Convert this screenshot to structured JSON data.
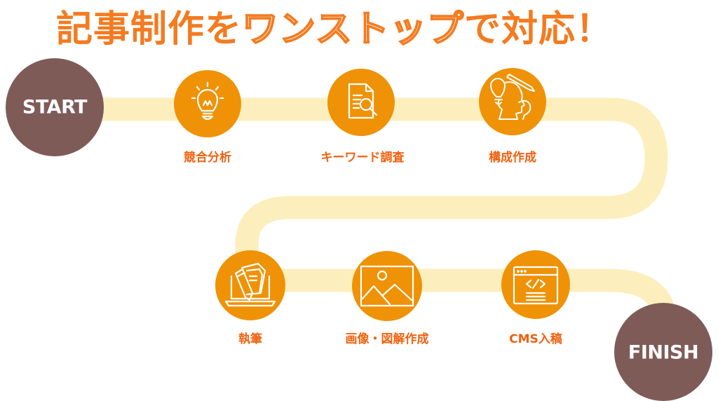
{
  "title": {
    "part1": "記事制作を",
    "part2_outlined": "ワンストップ",
    "part3": "で対応！"
  },
  "colors": {
    "title": "#f47b20",
    "label": "#f2610f",
    "step_circle": "#ef9206",
    "terminal_circle": "#7f5b58",
    "path": "#fdefbd",
    "icon_stroke": "#ffffff"
  },
  "start": {
    "label": "START"
  },
  "finish": {
    "label": "FINISH"
  },
  "steps": [
    {
      "label": "競合分析",
      "icon": "lightbulb-icon"
    },
    {
      "label": "キーワード調査",
      "icon": "document-search-icon"
    },
    {
      "label": "構成作成",
      "icon": "idea-head-icon"
    },
    {
      "label": "執筆",
      "icon": "laptop-writing-icon"
    },
    {
      "label": "画像・図解作成",
      "icon": "image-icon"
    },
    {
      "label": "CMS入稿",
      "icon": "code-window-icon"
    }
  ]
}
